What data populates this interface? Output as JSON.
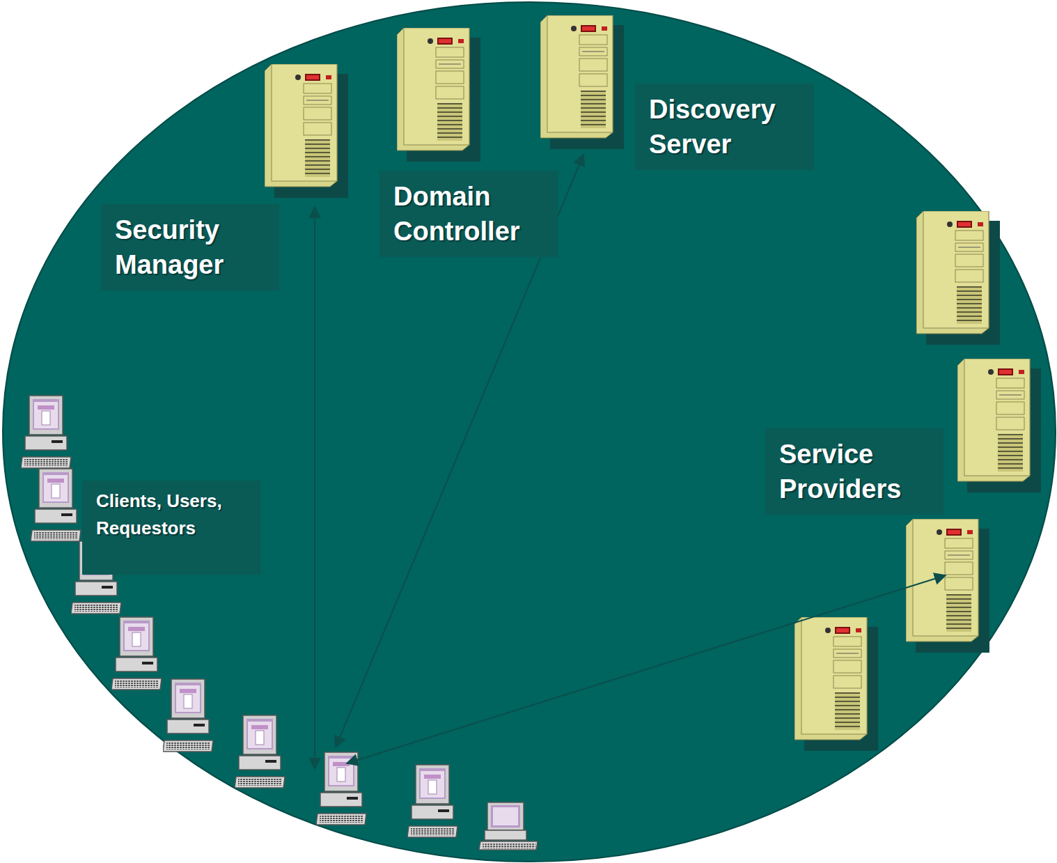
{
  "diagram": {
    "nodes": [
      {
        "text": [
          "Discovery Server"
        ]
      },
      {
        "text": [
          "Domain Controller"
        ]
      },
      {
        "text": [
          "Security Manager"
        ]
      },
      {
        "text": [
          "Service Providers"
        ]
      },
      {
        "text": [
          "Clients, Users, Requestors"
        ]
      }
    ]
  }
}
